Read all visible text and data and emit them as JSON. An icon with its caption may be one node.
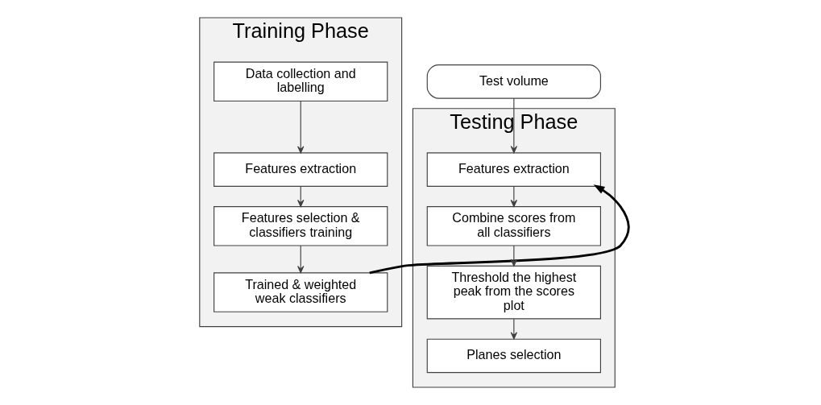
{
  "diagram": {
    "nodes": [
      {
        "text": [
          "Training Phase"
        ]
      },
      {
        "text": [
          "Data collection and labelling"
        ],
        "in": 0
      },
      {
        "text": [
          "Features extraction"
        ],
        "in": 0
      },
      {
        "text": [
          "Features selection & classifiers training"
        ],
        "in": 0
      },
      {
        "text": [
          "Trained & weighted weak classifiers"
        ],
        "in": 0
      },
      {
        "text": [
          "Testing Phase"
        ]
      },
      {
        "text": [
          "Test volume"
        ]
      },
      {
        "text": [
          "Features extraction"
        ],
        "in": 5
      },
      {
        "text": [
          "Combine scores from all classifiers"
        ],
        "in": 5
      },
      {
        "text": [
          "Threshold the highest peak from the scores plot"
        ],
        "in": 5
      },
      {
        "text": [
          "Planes selection"
        ],
        "in": 5
      }
    ],
    "edges": [
      {
        "from": 1,
        "to": 2,
        "arrow": "to"
      },
      {
        "from": 2,
        "to": 3,
        "arrow": "to"
      },
      {
        "from": 3,
        "to": 4,
        "arrow": "to"
      },
      {
        "from": 6,
        "to": 7,
        "arrow": "to"
      },
      {
        "from": 7,
        "to": 8,
        "arrow": "to"
      },
      {
        "from": 8,
        "to": 9,
        "arrow": "to"
      },
      {
        "from": 9,
        "to": 10,
        "arrow": "to"
      },
      {
        "from": 4,
        "to": 7,
        "arrow": "to",
        "style": "thick",
        "color": "#000000"
      }
    ]
  }
}
